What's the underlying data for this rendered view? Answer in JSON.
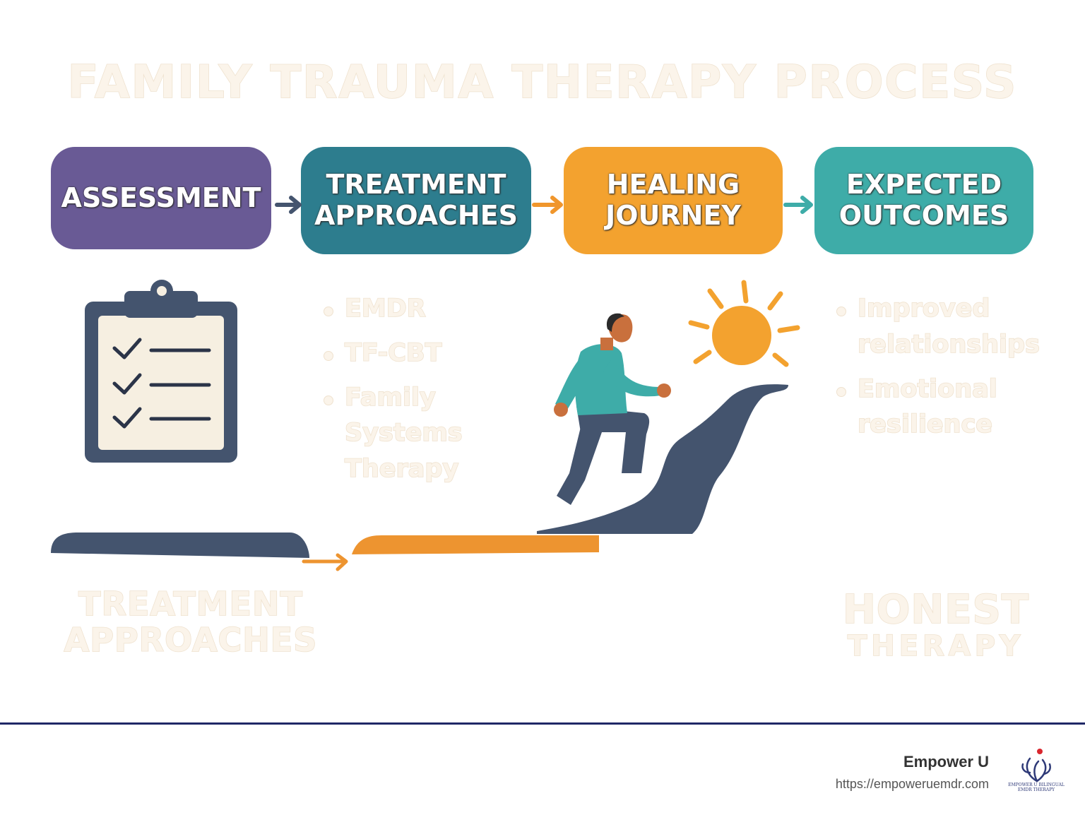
{
  "title": "FAMILY TRAUMA THERAPY PROCESS",
  "steps": [
    {
      "label": "ASSESSMENT",
      "color": "#695a95"
    },
    {
      "label": "TREATMENT APPROACHES",
      "color": "#2d7d8e"
    },
    {
      "label": "HEALING JOURNEY",
      "color": "#f3a22f"
    },
    {
      "label": "EXPECTED OUTCOMES",
      "color": "#3eaca8"
    }
  ],
  "treatment_list": [
    "EMDR",
    "TF-CBT",
    "Family Systems Therapy"
  ],
  "outcomes_list": [
    "Improved relationships",
    "Emotional resilience"
  ],
  "bottom_left_label": "TREATMENT APPROACHES",
  "bottom_right_label": {
    "line1": "HONEST",
    "line2": "THERAPY"
  },
  "footer": {
    "brand": "Empower U",
    "url": "https://empoweruemdr.com",
    "logo_text": "EMPOWER U BILINGUAL EMDR THERAPY"
  },
  "icons": [
    "clipboard-icon",
    "person-climbing-icon",
    "sun-icon",
    "path-icon",
    "arrow-icon",
    "lotus-logo-icon"
  ],
  "colors": {
    "navy": "#44546e",
    "orange": "#f3a22f",
    "teal": "#3eaca8",
    "paper": "#f6efe1"
  }
}
